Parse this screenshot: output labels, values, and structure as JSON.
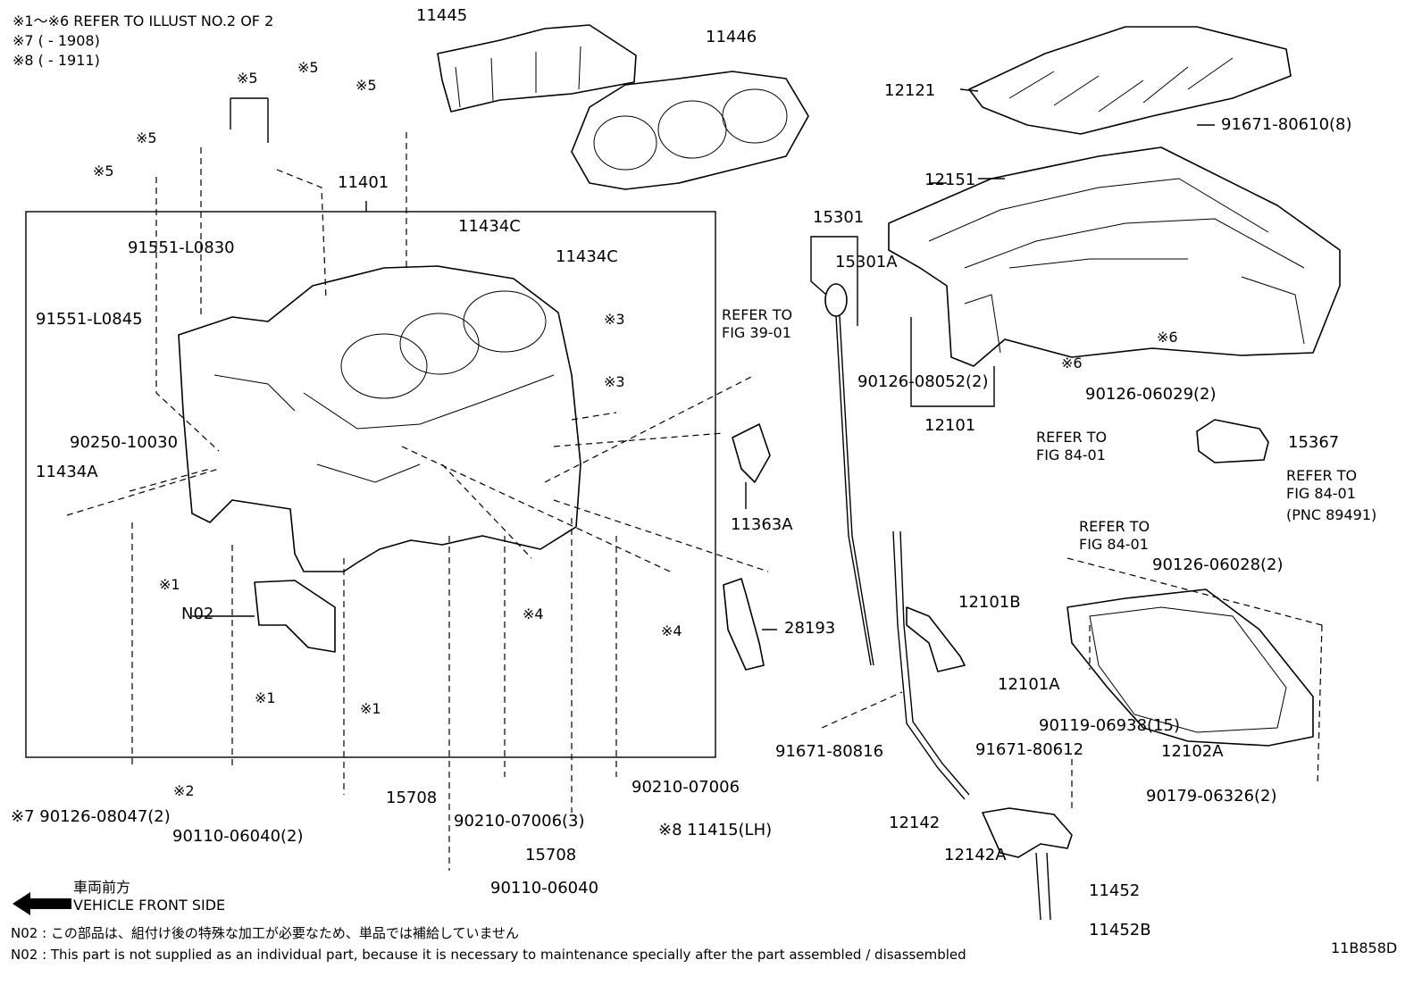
{
  "header_notes": [
    "※1～※6 REFER TO ILLUST NO.2 OF 2",
    "※7 (        - 1908)",
    "※8 (        - 1911)"
  ],
  "labels": {
    "p11445": "11445",
    "p11446": "11446",
    "p12121": "12121",
    "p91671_80610": "91671-80610(8)",
    "p12151": "12151",
    "p15301": "15301",
    "p15301A": "15301A",
    "p11401": "11401",
    "p11434C_a": "11434C",
    "p11434C_b": "11434C",
    "p91551_L0830": "91551-L0830",
    "p91551_L0845": "91551-L0845",
    "ref_fig39": "REFER TO\nFIG 39-01",
    "m5_a": "※5",
    "m5_b": "※5",
    "m5_c": "※5",
    "m5_d": "※5",
    "m5_e": "※5",
    "m3_a": "※3",
    "m3_b": "※3",
    "p90250_10030": "90250-10030",
    "p11434A": "11434A",
    "p11363A": "11363A",
    "m1_a": "※1",
    "pN02": "N02",
    "m4_a": "※4",
    "m4_b": "※4",
    "p28193": "28193",
    "m1_b": "※1",
    "m1_c": "※1",
    "m2": "※2",
    "p15708_a": "15708",
    "p90210_07006": "90210-07006",
    "m7_90126": "※7 90126-08047(2)",
    "p90110_06040_2": "90110-06040(2)",
    "p90210_07006_3": "90210-07006(3)",
    "m8_11415": "※8 11415(LH)",
    "p15708_b": "15708",
    "p90110_06040": "90110-06040",
    "p90126_08052": "90126-08052(2)",
    "m6_a": "※6",
    "m6_b": "※6",
    "p12101": "12101",
    "p90126_06029": "90126-06029(2)",
    "p15367": "15367",
    "ref_fig84_a": "REFER TO\nFIG 84-01",
    "ref_fig84_b": "REFER TO\nFIG 84-01",
    "pnc": "(PNC 89491)",
    "ref_fig84_c": "REFER TO\nFIG 84-01",
    "p90126_06028": "90126-06028(2)",
    "p12101B": "12101B",
    "p12101A": "12101A",
    "p90119_06938": "90119-06938(15)",
    "p12102A": "12102A",
    "p91671_80816": "91671-80816",
    "p91671_80612": "91671-80612",
    "p12142": "12142",
    "p12142A": "12142A",
    "p90179_06326": "90179-06326(2)",
    "p11452": "11452",
    "p11452B": "11452B"
  },
  "legend": {
    "arrow_jp": "車両前方",
    "arrow_en": "VEHICLE FRONT SIDE"
  },
  "footnotes": {
    "jp": "N02 : この部品は、組付け後の特殊な加工が必要なため、単品では補給していません",
    "en": "N02 : This part is not supplied as an individual part, because it is necessary to maintenance specially after the part assembled / disassembled"
  },
  "diagram_id": "11B858D"
}
